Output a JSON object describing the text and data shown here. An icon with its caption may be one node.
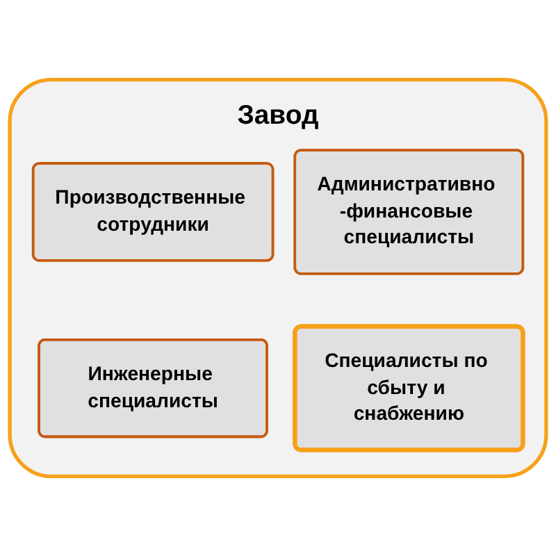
{
  "diagram": {
    "nodes": [
      {
        "text": [
          "Завод"
        ]
      },
      {
        "text": [
          "Производственные сотрудники"
        ],
        "in": 0
      },
      {
        "text": [
          "Административно -финансовые специалисты"
        ],
        "in": 0
      },
      {
        "text": [
          "Инженерные специалисты"
        ],
        "in": 0
      },
      {
        "text": [
          "Специалисты по сбыту и снабжению"
        ],
        "in": 0
      }
    ]
  }
}
